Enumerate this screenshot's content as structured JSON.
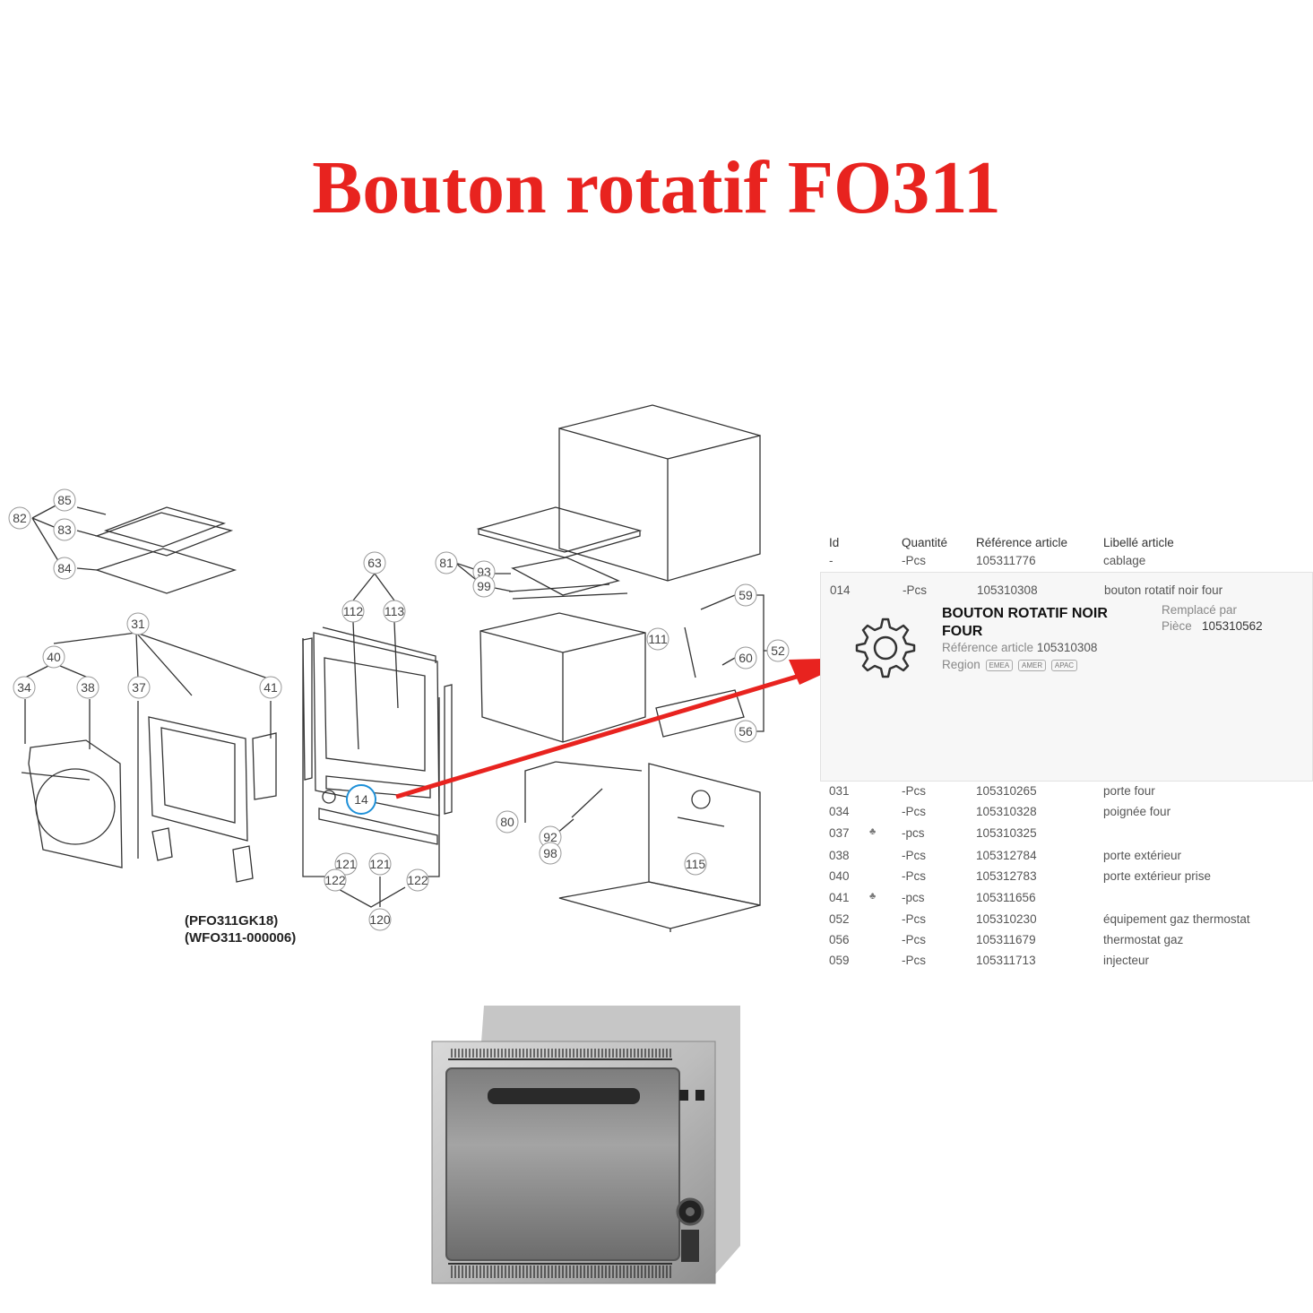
{
  "title": "Bouton rotatif FO311",
  "diagram": {
    "callouts": [
      "85",
      "82",
      "83",
      "84",
      "31",
      "40",
      "34",
      "38",
      "37",
      "41",
      "63",
      "112",
      "113",
      "81",
      "93",
      "99",
      "59",
      "111",
      "60",
      "52",
      "56",
      "14",
      "80",
      "92",
      "98",
      "115",
      "121",
      "121",
      "122",
      "122",
      "120"
    ],
    "model_codes": [
      "(PFO311GK18)",
      "(WFO311-000006)"
    ]
  },
  "parts_table": {
    "headers": {
      "id": "Id",
      "qty": "Quantité",
      "ref": "Référence article",
      "label": "Libellé article"
    },
    "rows_top": [
      {
        "id": "-",
        "qty": "-Pcs",
        "ref": "105311776",
        "label": "cablage"
      }
    ],
    "selected": {
      "id": "014",
      "qty": "-Pcs",
      "ref": "105310308",
      "label": "bouton rotatif noir four",
      "name": "BOUTON ROTATIF NOIR FOUR",
      "ref_label": "Référence article",
      "ref_value": "105310308",
      "region_label": "Region",
      "regions": [
        "EMEA",
        "AMER",
        "APAC"
      ],
      "replaced_label": "Remplacé par",
      "piece_label": "Pièce",
      "piece_value": "105310562",
      "icon": "gear-icon"
    },
    "rows_bottom": [
      {
        "id": "031",
        "qty": "-Pcs",
        "ref": "105310265",
        "label": "porte four",
        "eco": false
      },
      {
        "id": "034",
        "qty": "-Pcs",
        "ref": "105310328",
        "label": "poignée four",
        "eco": false
      },
      {
        "id": "037",
        "qty": "-pcs",
        "ref": "105310325",
        "label": "",
        "eco": true
      },
      {
        "id": "038",
        "qty": "-Pcs",
        "ref": "105312784",
        "label": "porte extérieur",
        "eco": false
      },
      {
        "id": "040",
        "qty": "-Pcs",
        "ref": "105312783",
        "label": "porte extérieur prise",
        "eco": false
      },
      {
        "id": "041",
        "qty": "-pcs",
        "ref": "105311656",
        "label": "",
        "eco": true
      },
      {
        "id": "052",
        "qty": "-Pcs",
        "ref": "105310230",
        "label": "équipement gaz thermostat",
        "eco": false
      },
      {
        "id": "056",
        "qty": "-Pcs",
        "ref": "105311679",
        "label": "thermostat gaz",
        "eco": false
      },
      {
        "id": "059",
        "qty": "-Pcs",
        "ref": "105311713",
        "label": "injecteur",
        "eco": false
      }
    ],
    "eco_glyph": "♣"
  },
  "colors": {
    "title": "#e8231f",
    "arrow": "#e8231f",
    "highlight_circle": "#1e90d8"
  }
}
